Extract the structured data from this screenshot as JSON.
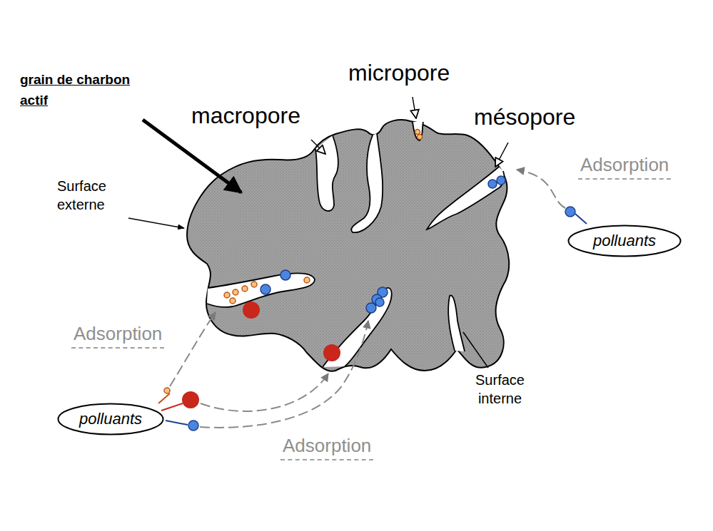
{
  "diagram": {
    "nodes": [
      {
        "text": [
          "polluants"
        ]
      },
      {
        "text": [
          "polluants"
        ]
      }
    ],
    "labels": [
      "grain de charbon actif",
      "macropore",
      "micropore",
      "mésopore",
      "Surface externe",
      "Adsorption",
      "Adsorption",
      "Adsorption",
      "Surface interne"
    ]
  }
}
